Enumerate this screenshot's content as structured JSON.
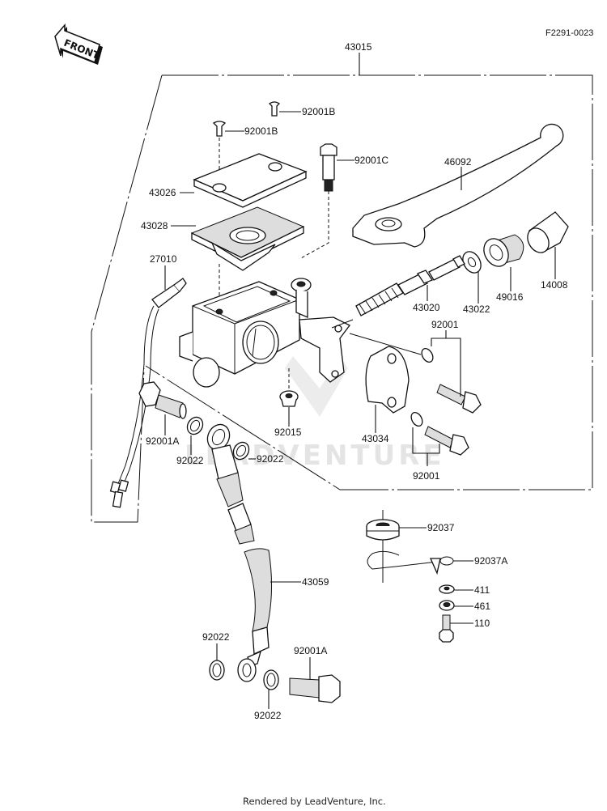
{
  "diagram": {
    "reference_code": "F2291-0023",
    "front_indicator": "FRONT",
    "assembly_label": "43015",
    "watermark": "LEADVENTURE",
    "footer": "Rendered by LeadVenture, Inc.",
    "callouts": [
      {
        "id": "92001B_a",
        "label": "92001B",
        "part": "screw"
      },
      {
        "id": "92001B_b",
        "label": "92001B",
        "part": "screw"
      },
      {
        "id": "92001C",
        "label": "92001C",
        "part": "pivot-bolt"
      },
      {
        "id": "46092",
        "label": "46092",
        "part": "brake-lever"
      },
      {
        "id": "43026",
        "label": "43026",
        "part": "reservoir-cap"
      },
      {
        "id": "43028",
        "label": "43028",
        "part": "diaphragm"
      },
      {
        "id": "27010",
        "label": "27010",
        "part": "brake-light-switch"
      },
      {
        "id": "14008",
        "label": "14008",
        "part": "dust-boot"
      },
      {
        "id": "49016",
        "label": "49016",
        "part": "boot"
      },
      {
        "id": "43022",
        "label": "43022",
        "part": "washer"
      },
      {
        "id": "43020",
        "label": "43020",
        "part": "piston-kit"
      },
      {
        "id": "92001_a",
        "label": "92001",
        "part": "clamp-bolt"
      },
      {
        "id": "92015",
        "label": "92015",
        "part": "nut"
      },
      {
        "id": "43034",
        "label": "43034",
        "part": "clamp"
      },
      {
        "id": "92001_b",
        "label": "92001",
        "part": "clamp-bolt"
      },
      {
        "id": "92001A_a",
        "label": "92001A",
        "part": "banjo-bolt"
      },
      {
        "id": "92022_a",
        "label": "92022",
        "part": "gasket"
      },
      {
        "id": "92022_b",
        "label": "92022",
        "part": "gasket"
      },
      {
        "id": "92037",
        "label": "92037",
        "part": "grommet"
      },
      {
        "id": "92037A",
        "label": "92037A",
        "part": "clamp-wire"
      },
      {
        "id": "411",
        "label": "411",
        "part": "washer"
      },
      {
        "id": "461",
        "label": "461",
        "part": "lock-washer"
      },
      {
        "id": "110",
        "label": "110",
        "part": "bolt"
      },
      {
        "id": "43059",
        "label": "43059",
        "part": "brake-hose"
      },
      {
        "id": "92022_c",
        "label": "92022",
        "part": "gasket"
      },
      {
        "id": "92022_d",
        "label": "92022",
        "part": "gasket"
      },
      {
        "id": "92001A_b",
        "label": "92001A",
        "part": "banjo-bolt"
      }
    ]
  }
}
